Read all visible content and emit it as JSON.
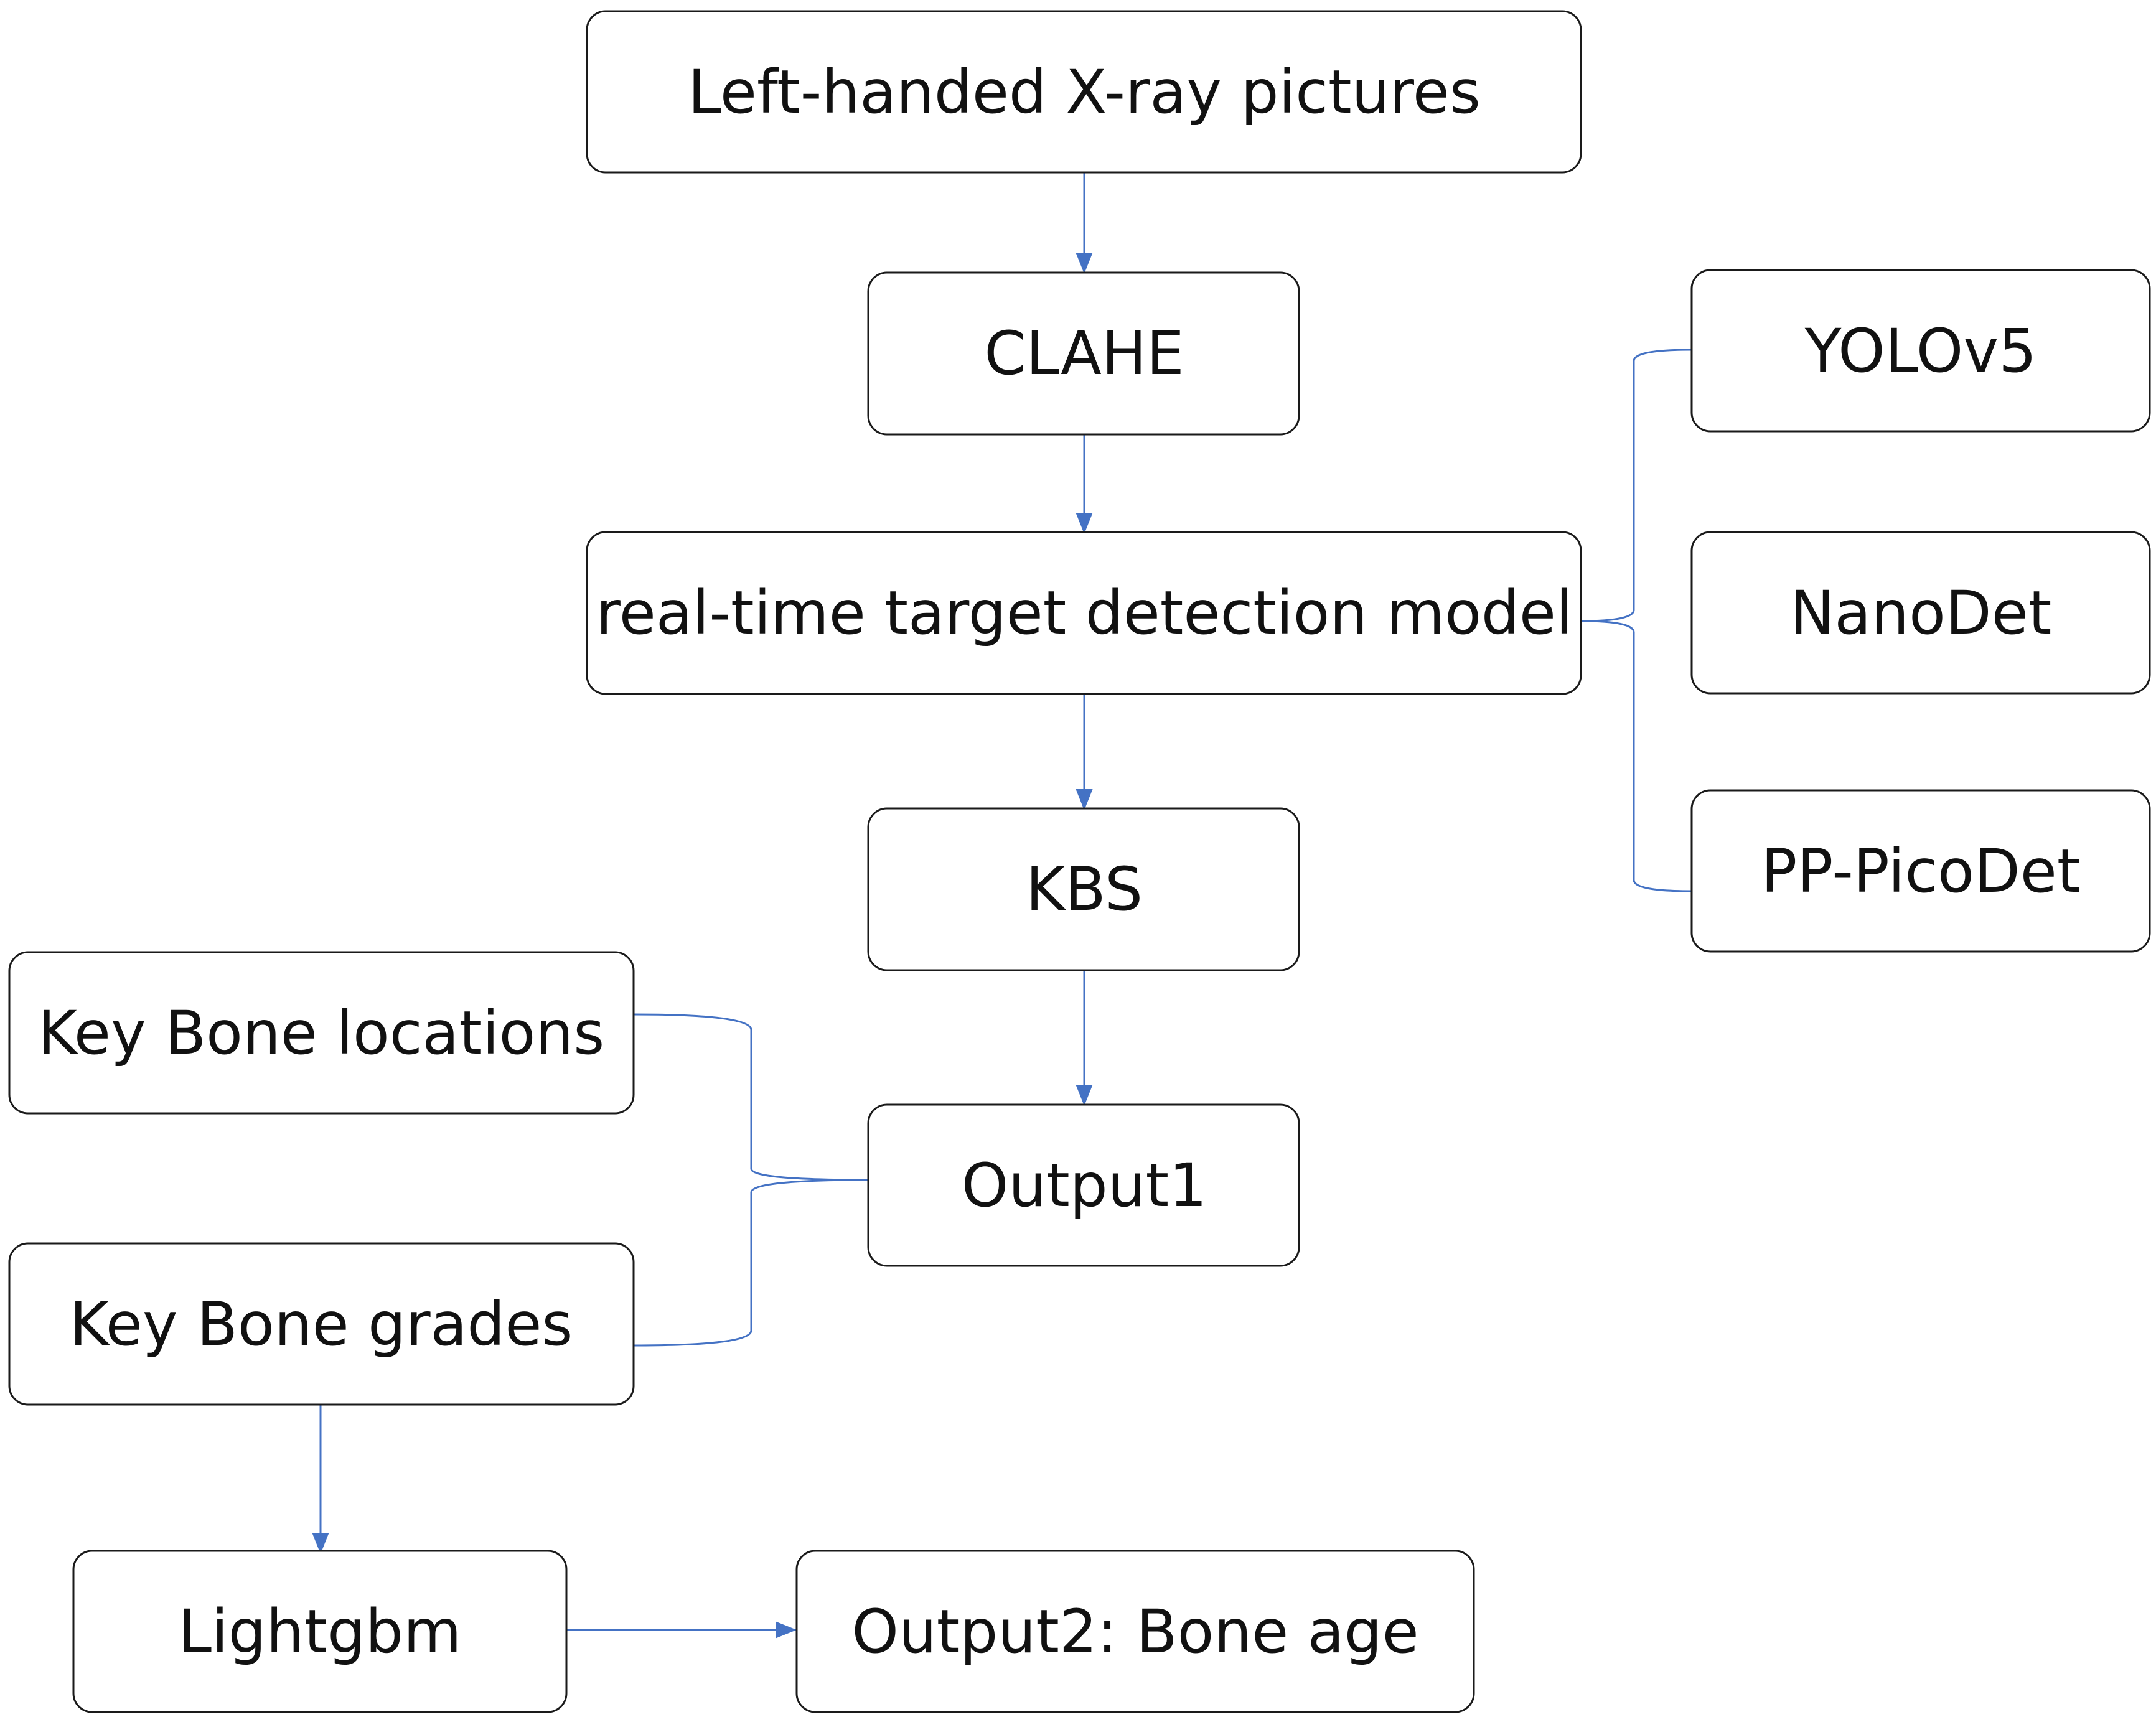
{
  "diagram": {
    "colors": {
      "box_border": "#1a1a1a",
      "connector": "#4472C4",
      "background": "#ffffff"
    },
    "nodes": [
      {
        "id": "xray",
        "label": "Left-handed X-ray pictures"
      },
      {
        "id": "clahe",
        "label": "CLAHE"
      },
      {
        "id": "rtdm",
        "label": "real-time target detection model"
      },
      {
        "id": "kbs",
        "label": "KBS"
      },
      {
        "id": "output1",
        "label": "Output1"
      },
      {
        "id": "yolov5",
        "label": "YOLOv5"
      },
      {
        "id": "nanodet",
        "label": "NanoDet"
      },
      {
        "id": "picodet",
        "label": "PP-PicoDet"
      },
      {
        "id": "kbloc",
        "label": "Key Bone locations"
      },
      {
        "id": "kbgrade",
        "label": "Key Bone grades"
      },
      {
        "id": "lightgbm",
        "label": "Lightgbm"
      },
      {
        "id": "output2",
        "label": "Output2: Bone age"
      }
    ],
    "edges": [
      {
        "from": "xray",
        "to": "clahe",
        "style": "arrow"
      },
      {
        "from": "clahe",
        "to": "rtdm",
        "style": "arrow"
      },
      {
        "from": "rtdm",
        "to": "kbs",
        "style": "arrow"
      },
      {
        "from": "kbs",
        "to": "output1",
        "style": "arrow"
      },
      {
        "from": "kbgrade",
        "to": "lightgbm",
        "style": "arrow"
      },
      {
        "from": "lightgbm",
        "to": "output2",
        "style": "arrow"
      }
    ],
    "groupings": [
      {
        "from": "rtdm",
        "to": [
          "yolov5",
          "nanodet",
          "picodet"
        ],
        "style": "brace"
      },
      {
        "from": "output1",
        "to": [
          "kbloc",
          "kbgrade"
        ],
        "style": "brace"
      }
    ]
  }
}
